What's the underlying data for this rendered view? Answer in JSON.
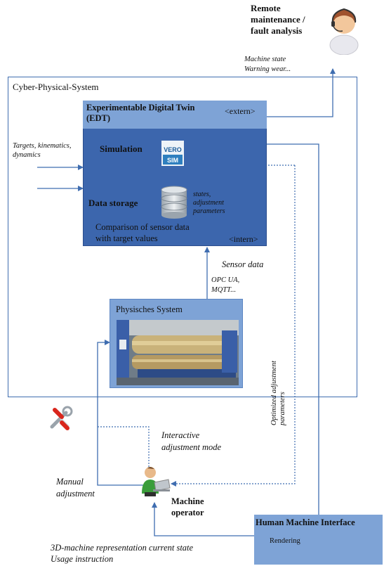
{
  "cyber_physical_system": {
    "label": "Cyber-Physical-System"
  },
  "edt": {
    "title": "Experimentable Digital Twin (EDT)",
    "extern_label": "<extern>",
    "intern_label": "<intern>",
    "simulation_label": "Simulation",
    "simulation_logo_text": "VEROSIM",
    "data_storage_label": "Data storage",
    "data_storage_params": "states, adjustment parameters",
    "comparison_text": "Comparison of sensor data with target values"
  },
  "physical_system": {
    "title": "Physisches System"
  },
  "hmi": {
    "title": "Human Machine Interface",
    "rendering_label": "Rendering"
  },
  "remote": {
    "title": "Remote maintenance / fault analysis"
  },
  "annotations": {
    "machine_state": "Machine state",
    "warning_wear": "Warning wear...",
    "targets": "Targets, kinematics, dynamics",
    "sensor_data": "Sensor data",
    "opc_ua": "OPC UA,",
    "mqtt": "MQTT...",
    "optimized_params": "Optimized adjustment parameters",
    "interactive_mode": "Interactive adjustment mode",
    "manual_adjustment": "Manual adjustment",
    "machine_operator": "Machine operator",
    "footer_line1": "3D-machine representation current state",
    "footer_line2": "Usage instruction"
  },
  "colors": {
    "edt_dark": "#3c66ad",
    "edt_light": "#7ea3d6",
    "arrow": "#3f6db0"
  },
  "icons": {
    "remote": "headset-user-icon",
    "tools": "wrench-screwdriver-icon",
    "operator": "operator-laptop-icon",
    "database": "database-icon"
  }
}
